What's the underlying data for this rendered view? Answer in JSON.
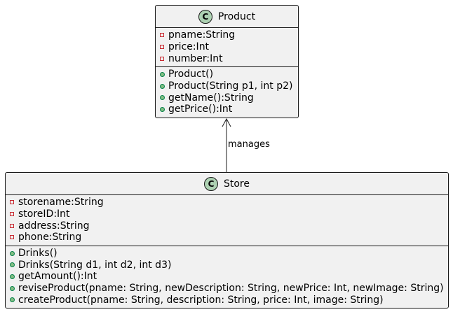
{
  "classes": {
    "product": {
      "badge": "C",
      "name": "Product",
      "attributes": [
        {
          "vis": "private",
          "text": "pname:String"
        },
        {
          "vis": "private",
          "text": "price:Int"
        },
        {
          "vis": "private",
          "text": "number:Int"
        }
      ],
      "methods": [
        {
          "vis": "public",
          "text": "Product()"
        },
        {
          "vis": "public",
          "text": "Product(String p1, int p2)"
        },
        {
          "vis": "public",
          "text": "getName():String"
        },
        {
          "vis": "public",
          "text": "getPrice():Int"
        }
      ]
    },
    "store": {
      "badge": "C",
      "name": "Store",
      "attributes": [
        {
          "vis": "private",
          "text": "storename:String"
        },
        {
          "vis": "private",
          "text": "storeID:Int"
        },
        {
          "vis": "private",
          "text": "address:String"
        },
        {
          "vis": "private",
          "text": "phone:String"
        }
      ],
      "methods": [
        {
          "vis": "public",
          "text": "Drinks()"
        },
        {
          "vis": "public",
          "text": "Drinks(String d1, int d2, int d3)"
        },
        {
          "vis": "public",
          "text": "getAmount():Int"
        },
        {
          "vis": "public",
          "text": "reviseProduct(pname: String, newDescription: String, newPrice: Int, newImage: String)"
        },
        {
          "vis": "public",
          "text": "createProduct(pname: String, description: String, price: Int, image: String)"
        }
      ]
    }
  },
  "relation": {
    "label": "manages"
  },
  "colors": {
    "class_fill": "#f1f1f1",
    "badge_fill": "#add1b2",
    "private_marker": "#c82930",
    "public_marker": "#84be84"
  }
}
